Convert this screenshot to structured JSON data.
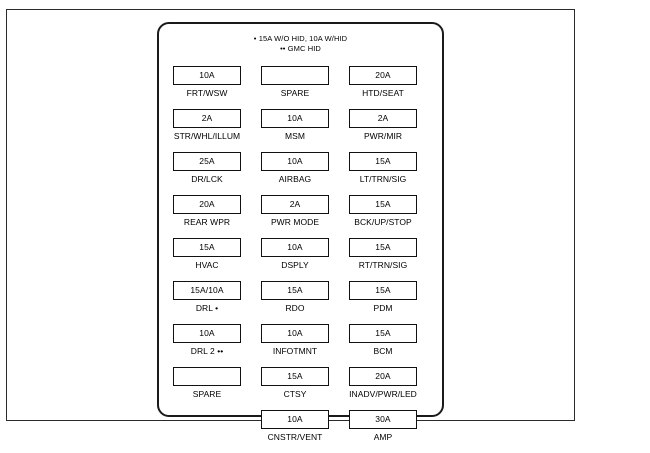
{
  "legend": {
    "note_single": "• 15A W/O HID, 10A W/HID",
    "note_double": "•• GMC HID"
  },
  "panel": {
    "columns": [
      {
        "name": "left-column",
        "fuses": [
          {
            "rating": "10A",
            "label": "FRT/WSW"
          },
          {
            "rating": "2A",
            "label": "STR/WHL/ILLUM"
          },
          {
            "rating": "25A",
            "label": "DR/LCK"
          },
          {
            "rating": "20A",
            "label": "REAR WPR"
          },
          {
            "rating": "15A",
            "label": "HVAC"
          },
          {
            "rating": "15A/10A",
            "label": "DRL •"
          },
          {
            "rating": "10A",
            "label": "DRL 2 ••"
          },
          {
            "rating": "",
            "label": "SPARE"
          }
        ]
      },
      {
        "name": "middle-column",
        "fuses": [
          {
            "rating": "",
            "label": "SPARE"
          },
          {
            "rating": "10A",
            "label": "MSM"
          },
          {
            "rating": "10A",
            "label": "AIRBAG"
          },
          {
            "rating": "2A",
            "label": "PWR MODE"
          },
          {
            "rating": "10A",
            "label": "DSPLY"
          },
          {
            "rating": "15A",
            "label": "RDO"
          },
          {
            "rating": "10A",
            "label": "INFOTMNT"
          },
          {
            "rating": "15A",
            "label": "CTSY"
          },
          {
            "rating": "10A",
            "label": "CNSTR/VENT"
          }
        ]
      },
      {
        "name": "right-column",
        "fuses": [
          {
            "rating": "20A",
            "label": "HTD/SEAT"
          },
          {
            "rating": "2A",
            "label": "PWR/MIR"
          },
          {
            "rating": "15A",
            "label": "LT/TRN/SIG"
          },
          {
            "rating": "15A",
            "label": "BCK/UP/STOP"
          },
          {
            "rating": "15A",
            "label": "RT/TRN/SIG"
          },
          {
            "rating": "15A",
            "label": "PDM"
          },
          {
            "rating": "15A",
            "label": "BCM"
          },
          {
            "rating": "20A",
            "label": "INADV/PWR/LED"
          },
          {
            "rating": "30A",
            "label": "AMP"
          }
        ]
      }
    ]
  },
  "colors": {
    "outline": "#111111",
    "frame": "#2b2b2b",
    "background": "#ffffff"
  }
}
